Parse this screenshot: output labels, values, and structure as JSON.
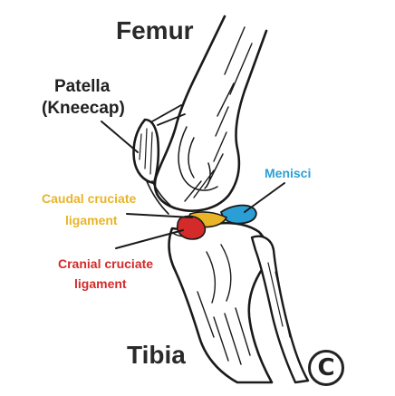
{
  "diagram": {
    "labels": {
      "femur": "Femur",
      "patella": "Patella",
      "kneecap": "(Kneecap)",
      "menisci": "Menisci",
      "caudal_line1": "Caudal cruciate",
      "caudal_line2": "ligament",
      "cranial_line1": "Cranial cruciate",
      "cranial_line2": "ligament",
      "tibia": "Tibia"
    },
    "copyright_mark": "C",
    "colors": {
      "menisci": "#2a9fd6",
      "caudal_ligament": "#e8b428",
      "cranial_ligament": "#d42a2a",
      "bone_outline": "#1a1a1a",
      "text": "#222222"
    }
  }
}
